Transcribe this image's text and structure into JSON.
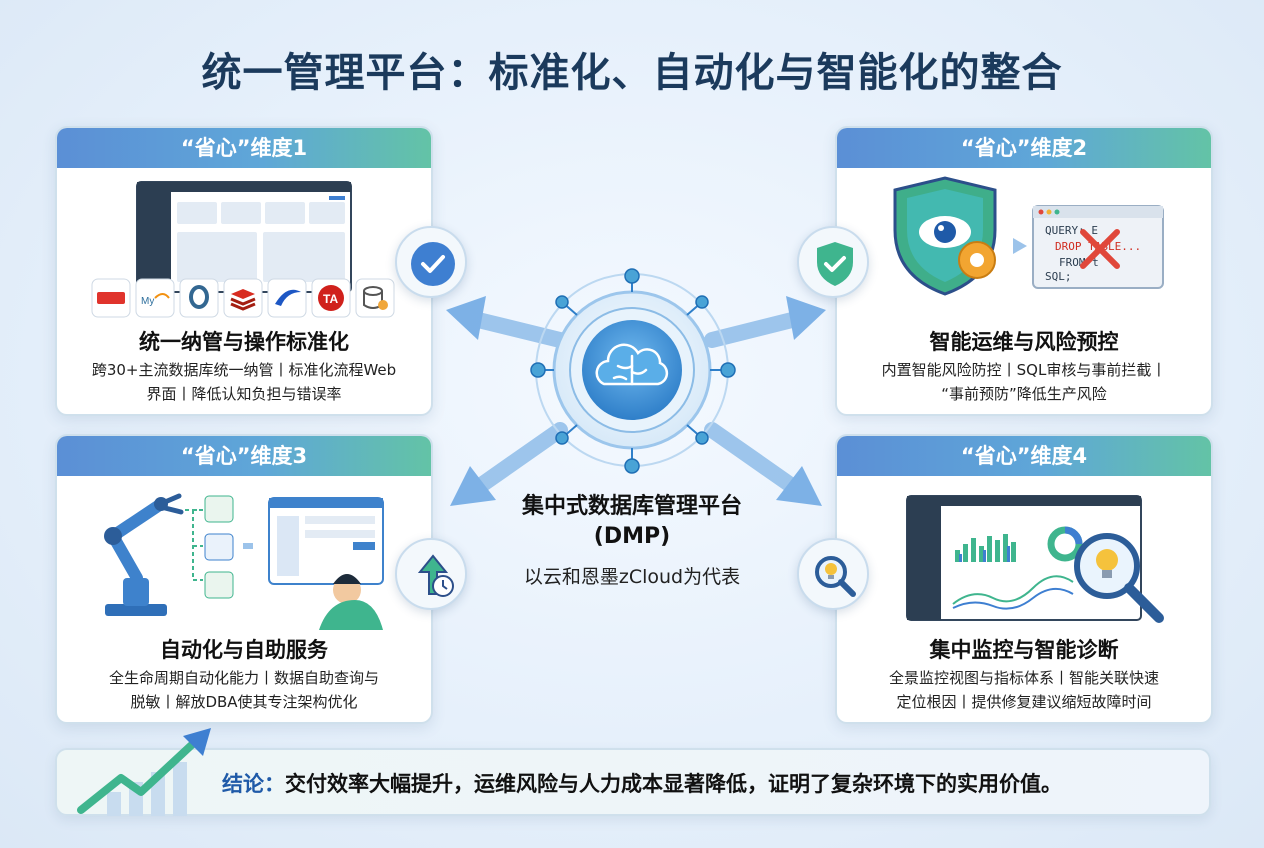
{
  "title": "统一管理平台：标准化、自动化与智能化的整合",
  "cards": [
    {
      "header": "“省心”维度1",
      "heading": "统一纳管与操作标准化",
      "desc_line1": "跨30+主流数据库统一纳管丨标准化流程Web",
      "desc_line2": "界面丨降低认知负担与错误率",
      "db_logos": [
        "oracle-logo",
        "mysql-logo",
        "postgresql-logo",
        "redis-logo",
        "dameng-logo",
        "ta-logo",
        "database-logo"
      ],
      "badge_icon": "check-circle-icon"
    },
    {
      "header": "“省心”维度2",
      "heading": "智能运维与风险预控",
      "desc_line1": "内置智能风险防控丨SQL审核与事前拦截丨",
      "desc_line2": "“事前预防”降低生产风险",
      "code_lines": [
        "QUERY: E",
        "DROP TABLE...",
        "FROM t",
        "SQL;"
      ],
      "badge_icon": "shield-check-icon"
    },
    {
      "header": "“省心”维度3",
      "heading": "自动化与自助服务",
      "desc_line1": "全生命周期自动化能力丨数据自助查询与",
      "desc_line2": "脱敏丨解放DBA使其专注架构优化",
      "badge_icon": "arrow-up-clock-icon"
    },
    {
      "header": "“省心”维度4",
      "heading": "集中监控与智能诊断",
      "desc_line1": "全景监控视图与指标体系丨智能关联快速",
      "desc_line2": "定位根因丨提供修复建议缩短故障时间",
      "badge_icon": "magnifier-bulb-icon"
    }
  ],
  "center": {
    "title_line1": "集中式数据库管理平台",
    "title_line2": "(DMP)",
    "subtitle": "以云和恩墨zCloud为代表",
    "icon": "brain-cloud-icon"
  },
  "conclusion": {
    "label": "结论：",
    "text": "交付效率大幅提升，运维风险与人力成本显著降低，证明了复杂环境下的实用价值。"
  },
  "colors": {
    "title": "#1b3a5c",
    "header_start": "#5b8fd6",
    "header_end": "#63c3a6",
    "accent_blue": "#3e7fd1",
    "accent_green": "#3fb58e",
    "danger_red": "#e0473a"
  }
}
